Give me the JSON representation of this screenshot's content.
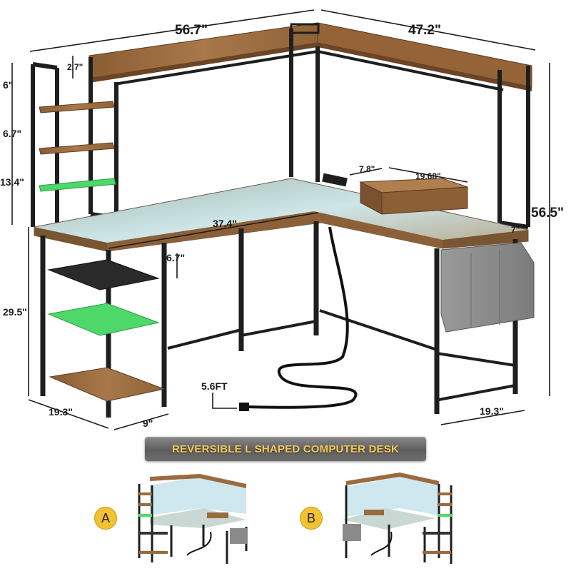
{
  "product": {
    "banner_title": "REVERSIBLE L SHAPED COMPUTER DESK"
  },
  "dimensions": {
    "overall_width_left": "56.7\"",
    "overall_width_right": "47.2\"",
    "overall_height": "56.5\"",
    "hutch_shelf_depth": "2.7\"",
    "side_shelf_gap_top": "6\"",
    "side_shelf_gap_middle": "6.7\"",
    "side_shelf_gap_bottom": "13.4\"",
    "desk_height": "29.5\"",
    "under_desk_shelf_gap": "6.7\"",
    "desktop_length": "37.4\"",
    "monitor_stand_depth": "7.8\"",
    "monitor_stand_length": "19.68\"",
    "small_offset": "7\"",
    "left_depth": "19.3\"",
    "shelf_depth": "9\"",
    "right_depth": "19.3\"",
    "cord_length": "5.6FT"
  },
  "variants": [
    {
      "label": "A",
      "storage_bag_side": "right"
    },
    {
      "label": "B",
      "storage_bag_side": "left"
    }
  ],
  "colors": {
    "wood": "#9a6b3e",
    "frame": "#1e1e1e",
    "led_green": "#4fd86a",
    "desk_top_glow": "#b9d8dc",
    "bag_gray": "#8a8a8a",
    "banner_text": "#f5c85a",
    "badge": "#f3c230"
  }
}
